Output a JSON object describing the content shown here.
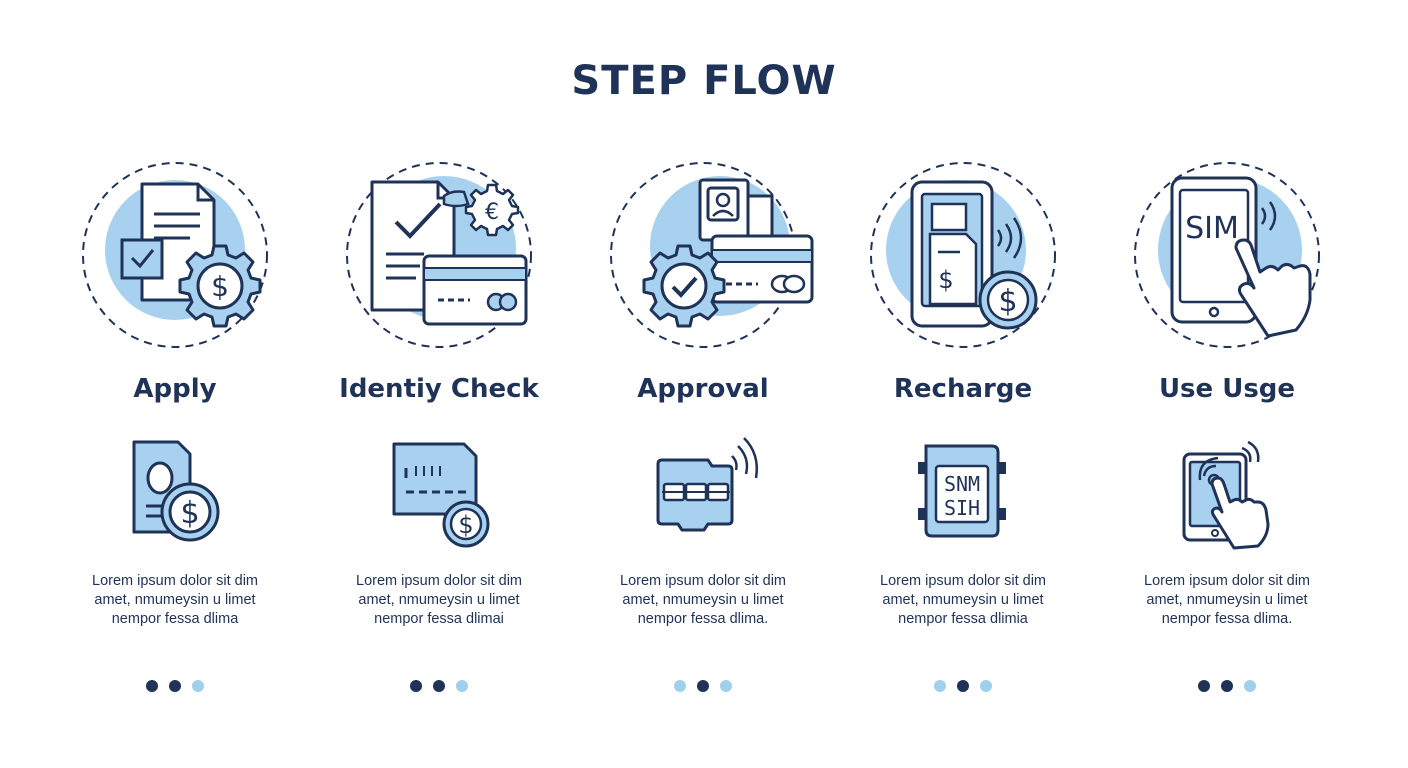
{
  "title": "STEP FLOW",
  "colors": {
    "navy": "#1f3257",
    "light_blue": "#a8d1f0",
    "dot_light": "#9fd0ee"
  },
  "steps": [
    {
      "label": "Apply",
      "hero_icon": "document-gear-dollar-icon",
      "small_icon": "id-document-dollar-icon",
      "desc": [
        "Lorem ipsum dolor sit dim",
        "amet, nmumeysin u limet",
        "nempor fessa dlima"
      ],
      "dots": [
        "dark",
        "dark",
        "light"
      ]
    },
    {
      "label": "Identiy Check",
      "hero_icon": "document-check-card-euro-icon",
      "small_icon": "sim-card-dollar-icon",
      "desc": [
        "Lorem ipsum dolor sit dim",
        "amet, nmumeysin u limet",
        "nempor fessa dlimai"
      ],
      "dots": [
        "dark",
        "dark",
        "light"
      ]
    },
    {
      "label": "Approval",
      "hero_icon": "id-card-gear-check-icon",
      "small_icon": "sim-chip-wireless-icon",
      "desc": [
        "Lorem ipsum dolor sit dim",
        "amet, nmumeysin u limet",
        "nempor fessa dlima."
      ],
      "dots": [
        "light",
        "dark",
        "light"
      ]
    },
    {
      "label": "Recharge",
      "hero_icon": "phone-dollar-wireless-icon",
      "small_icon": "sim-card-icon",
      "sim_text": [
        "SNM",
        "SIH"
      ],
      "desc": [
        "Lorem ipsum dolor sit dim",
        "amet, nmumeysin u limet",
        "nempor fessa dlimia"
      ],
      "dots": [
        "light",
        "dark",
        "light"
      ]
    },
    {
      "label": "Use Usge",
      "hero_icon": "phone-sim-tap-icon",
      "sim_label": "SIM",
      "small_icon": "tablet-tap-icon",
      "desc": [
        "Lorem ipsum dolor sit dim",
        "amet, nmumeysin u limet",
        "nempor fessa dlima."
      ],
      "dots": [
        "dark",
        "dark",
        "light"
      ]
    }
  ]
}
